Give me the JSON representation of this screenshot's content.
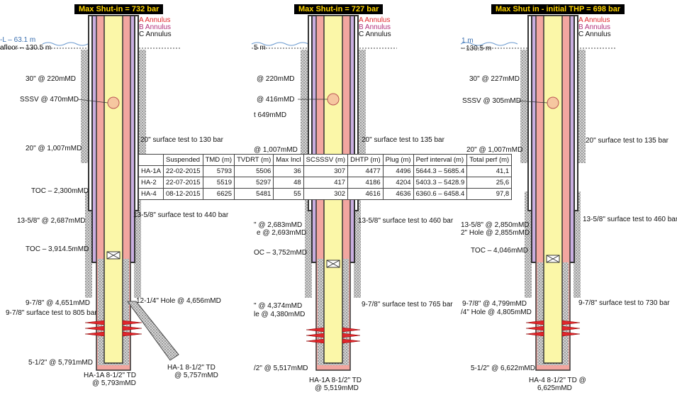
{
  "headers": {
    "left": "Max Shut-in = 732 bar",
    "middle": "Max Shut-in = 727 bar",
    "right": "Max Shut in - initial THP = 698 bar"
  },
  "annulus_legend": {
    "a": "A Annulus",
    "b": "B Annulus",
    "c": "C Annulus"
  },
  "left_labels": {
    "sea_level": "-L – 63.1 m",
    "seafloor": "afloor – 130.5 m",
    "c30": "30\" @ 220mMD",
    "sssv": "SSSV @ 470mMD",
    "surf20": "20\" surface test to 130 bar",
    "c20": "20\" @ 1,007mMD",
    "toc1": "TOC – 2,300mMD",
    "c1358": "13-5/8\" @ 2,687mMD",
    "surf1358": "13-5/8\" surface test to 440 bar",
    "toc2": "TOC – 3,914.5mMD",
    "c978": "9-7/8\" @ 4,651mMD",
    "surf978": "9-7/8\" surface test to 805 bar",
    "hole": "12-1/4\" Hole @ 4,656mMD",
    "liner": "5-1/2\" @ 5,791mMD",
    "td1": "HA-1A 8-1/2\" TD",
    "td2": "@ 5,793mMD",
    "st1": "HA-1 8-1/2\" TD",
    "st2": "@ 5,757mMD"
  },
  "middle_labels": {
    "seafloor": "5 m",
    "c30": "@ 220mMD",
    "sssv": "@ 416mMD",
    "sssv2": "t 649mMD",
    "surf20": "20\" surface test to 135 bar",
    "c20": "@ 1,007mMD",
    "c1358": "\" @ 2,683mMD",
    "hole": "e @ 2,693mMD",
    "surf1358": "13-5/8\" surface test to 460 bar",
    "toc": "OC – 3,752mMD",
    "c978": "\" @ 4,374mMD",
    "hole2": "le @ 4,380mMD",
    "surf978": "9-7/8\" surface test to 765 bar",
    "liner": "/2\" @ 5,517mMD",
    "td1": "HA-1A 8-1/2\" TD",
    "td2": "@ 5,519mMD"
  },
  "right_labels": {
    "sea_level": "1 m",
    "seafloor": "- 130.5 m",
    "c30": "30\" @ 227mMD",
    "sssv": "SSSV @ 305mMD",
    "surf20": "20\" surface test to 135 bar",
    "c20": "20\" @ 1,007mMD",
    "c1358": "13-5/8\" @ 2,850mMD",
    "hole": "2\" Hole @ 2,855mMD",
    "surf1358": "13-5/8\" surface test to 460 bar",
    "toc": "TOC – 4,046mMD",
    "c978": "9-7/8\" @ 4,799mMD",
    "hole2": "/4\" Hole @ 4,805mMD",
    "surf978": "9-7/8\" surface test to 730 bar",
    "liner": "5-1/2\" @ 6,622mMD",
    "td1": "HA-4 8-1/2\" TD @",
    "td2": "6,625mMD"
  },
  "table": {
    "headers": [
      "",
      "Suspended",
      "TMD (m)",
      "TVDRT (m)",
      "Max Incl",
      "SCSSSV (m)",
      "DHTP (m)",
      "Plug (m)",
      "Perf interval (m)",
      "Total perf (m)"
    ],
    "rows": [
      [
        "HA-1A",
        "22-02-2015",
        "5793",
        "5506",
        "36",
        "307",
        "4477",
        "4496",
        "5644.3 – 5685.4",
        "41,1"
      ],
      [
        "HA-2",
        "22-07-2015",
        "5519",
        "5297",
        "48",
        "417",
        "4186",
        "4204",
        "5403.3 – 5428.9",
        "25,6"
      ],
      [
        "HA-4",
        "08-12-2015",
        "6625",
        "5481",
        "55",
        "302",
        "4616",
        "4636",
        "6360.6 – 6458.4",
        "97,8"
      ]
    ]
  },
  "colors": {
    "a_annulus": "#f2a6a0",
    "b_annulus": "#c9aee0",
    "tubing": "#fbf7a8",
    "cement": "#c8c8c8"
  }
}
